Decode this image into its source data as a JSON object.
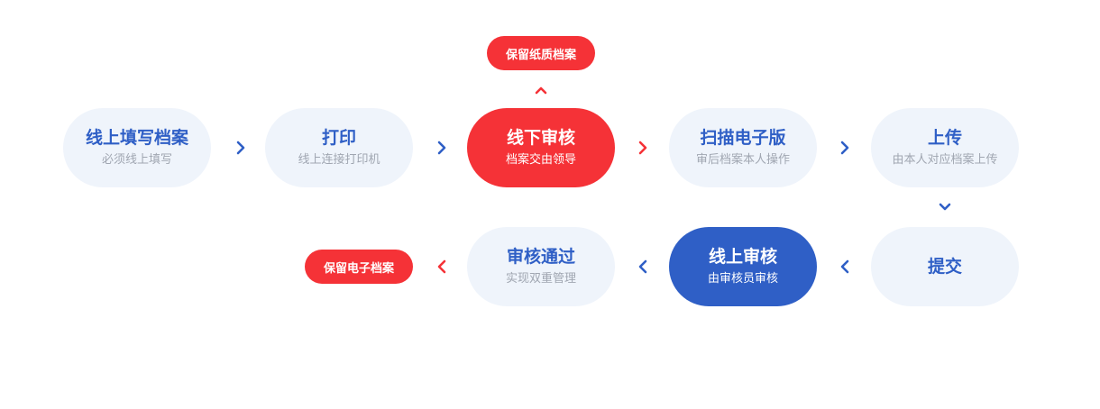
{
  "colors": {
    "blue": "#2f5fc6",
    "red": "#f53237",
    "light_bg": "#eff4fb",
    "sub_text": "#a0a6b1"
  },
  "steps": [
    {
      "title": "线上填写档案",
      "sub": "必须线上填写"
    },
    {
      "title": "打印",
      "sub": "线上连接打印机"
    },
    {
      "title": "线下审核",
      "sub": "档案交由领导"
    },
    {
      "title": "扫描电子版",
      "sub": "审后档案本人操作"
    },
    {
      "title": "上传",
      "sub": "由本人对应档案上传"
    },
    {
      "title": "提交",
      "sub": ""
    },
    {
      "title": "线上审核",
      "sub": "由审核员审核"
    },
    {
      "title": "审核通过",
      "sub": "实现双重管理"
    }
  ],
  "badges": {
    "paper": "保留纸质档案",
    "electronic": "保留电子档案"
  },
  "icons": {
    "right": "chevron-right-icon",
    "left": "chevron-left-icon",
    "up": "chevron-up-icon",
    "down": "chevron-down-icon"
  }
}
